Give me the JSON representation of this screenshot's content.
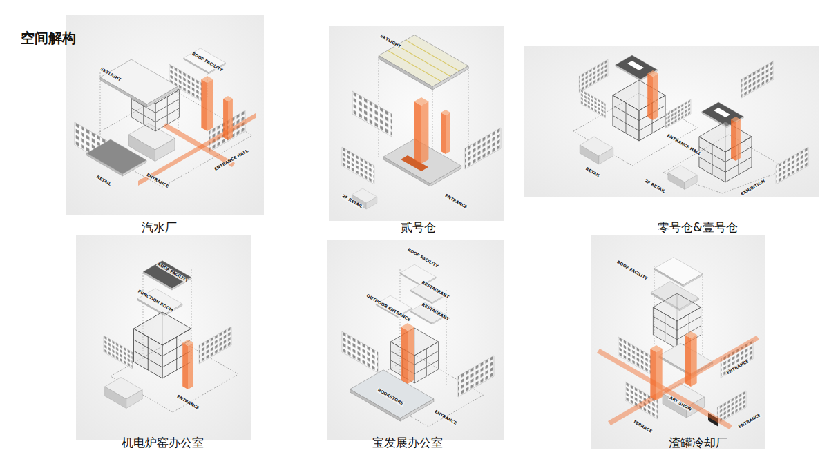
{
  "diagram": {
    "title": "空间解构",
    "nodes": [
      {
        "text": [
          "汽水厂"
        ]
      },
      {
        "text": [
          "贰号仓"
        ]
      },
      {
        "text": [
          "零号仓&壹号仓"
        ]
      },
      {
        "text": [
          "机电炉窑办公室"
        ]
      },
      {
        "text": [
          "宝发展办公室"
        ]
      },
      {
        "text": [
          "渣罐冷却厂"
        ]
      }
    ],
    "labels": [
      "SKYLIGHT",
      "ROOF FACILITY",
      "ENTRANCE HALL",
      "RETAIL",
      "ENTRANCE",
      "SKYLIGHT",
      "2F RETAIL",
      "ENTRANCE",
      "RETAIL",
      "ENTRANCE HALL",
      "2F RETAIL",
      "EXHIBITION",
      "ROOF FACILITY",
      "FUNCTION ROOM",
      "ENTRANCE",
      "ROOF FACILITY",
      "RESTAURANT",
      "OUTDOOR ENTRANCE",
      "RESTAURANT",
      "BOOKSTORE",
      "ENTRANCE",
      "ROOF FACILITY",
      "ENTRANCE",
      "ART SHOW",
      "TERRACE",
      "ENTRANCE"
    ]
  }
}
